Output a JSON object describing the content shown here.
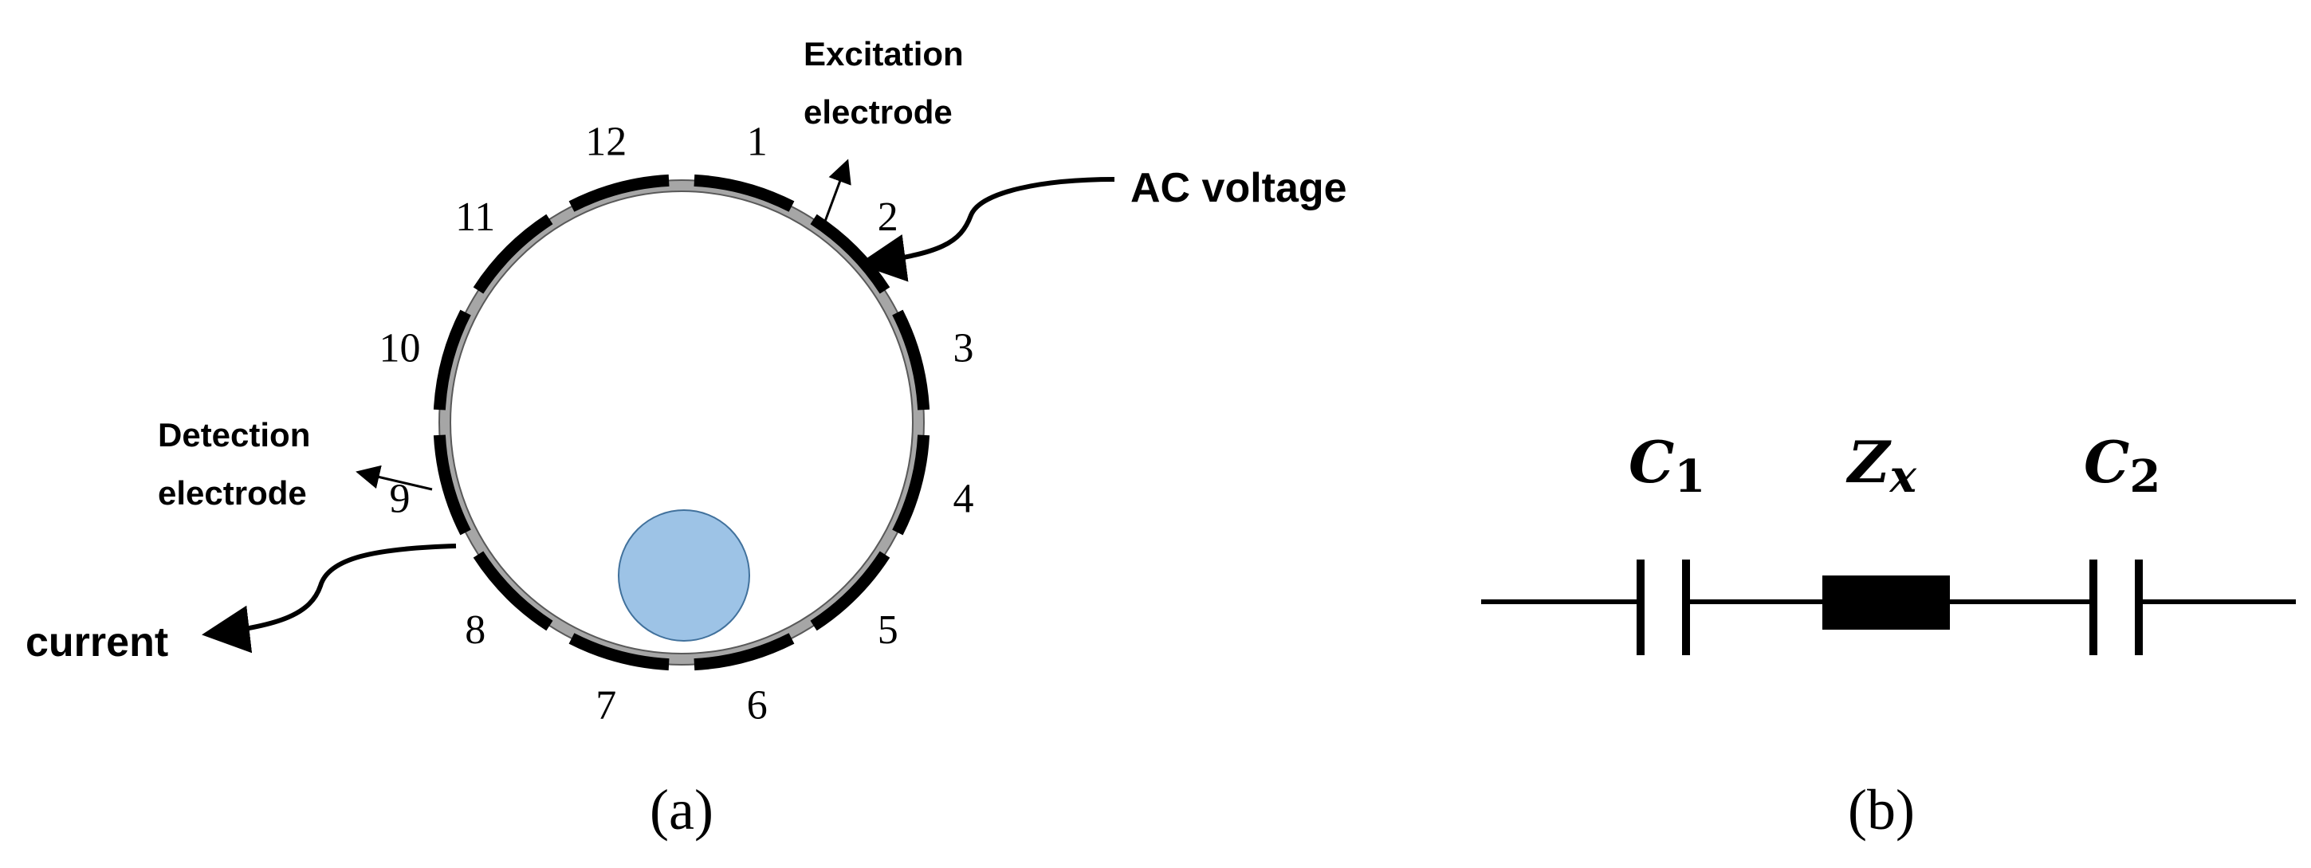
{
  "panel_a": {
    "electrode_numbers": [
      "1",
      "2",
      "3",
      "4",
      "5",
      "6",
      "7",
      "8",
      "9",
      "10",
      "11",
      "12"
    ],
    "excitation_label_line1": "Excitation",
    "excitation_label_line2": "electrode",
    "ac_voltage_label": "AC voltage",
    "detection_label_line1": "Detection",
    "detection_label_line2": "electrode",
    "current_label": "current",
    "caption": "(a)",
    "colors": {
      "pipe_wall": "#a6a6a6",
      "electrode": "#000000",
      "particle_fill": "#9dc3e6",
      "particle_stroke": "#41719c"
    }
  },
  "panel_b": {
    "c1_label": "C",
    "c1_subscript": "1",
    "zx_label": "Z",
    "zx_subscript": "x",
    "c2_label": "C",
    "c2_subscript": "2",
    "caption": "(b)"
  }
}
